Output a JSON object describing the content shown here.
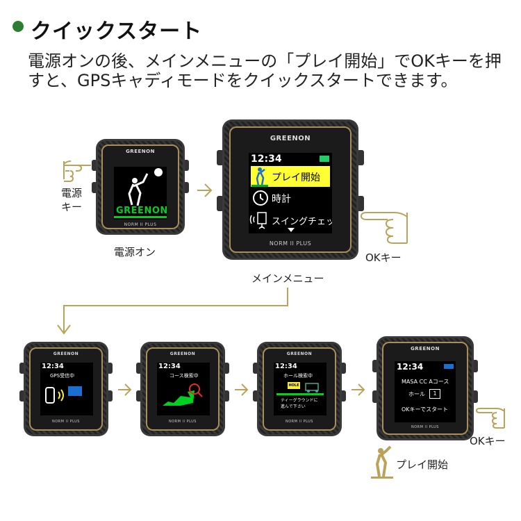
{
  "heading": "クイックスタート",
  "intro": "電源オンの後、メインメニューの「プレイ開始」でOKキーを押すと、GPSキャディモードをクイックスタートできます。",
  "colors": {
    "accent_gold": "#b9a25a",
    "heading_dot": "#2e7d32",
    "highlight_yellow": "#ffff33",
    "screen_green": "#00d020"
  },
  "watch": {
    "brand": "GREENON",
    "model": "NORM II PLUS"
  },
  "step1": {
    "hand_label": "電源\nキー",
    "caption": "電源オン",
    "splash_logo": "GREENON"
  },
  "step2": {
    "time": "12:34",
    "menu": [
      "プレイ開始",
      "時計",
      "スイングチェック"
    ],
    "caption": "メインメニュー",
    "hand_label": "OKキー"
  },
  "step3": {
    "time": "12:34",
    "status": "GPS受信中"
  },
  "step4": {
    "time": "12:34",
    "status": "コース検索中"
  },
  "step5": {
    "time": "12:34",
    "status": "ホール検索中",
    "sign": "HOLE",
    "message": "ティーグラウンドに\n進んで下さい"
  },
  "step6": {
    "time": "12:34",
    "course": "MASA CC Aコース",
    "hole_label": "ホール",
    "hole_value": "1",
    "ok_text": "OKキーでスタート",
    "hand_label": "OKキー",
    "play_label": "プレイ開始"
  }
}
